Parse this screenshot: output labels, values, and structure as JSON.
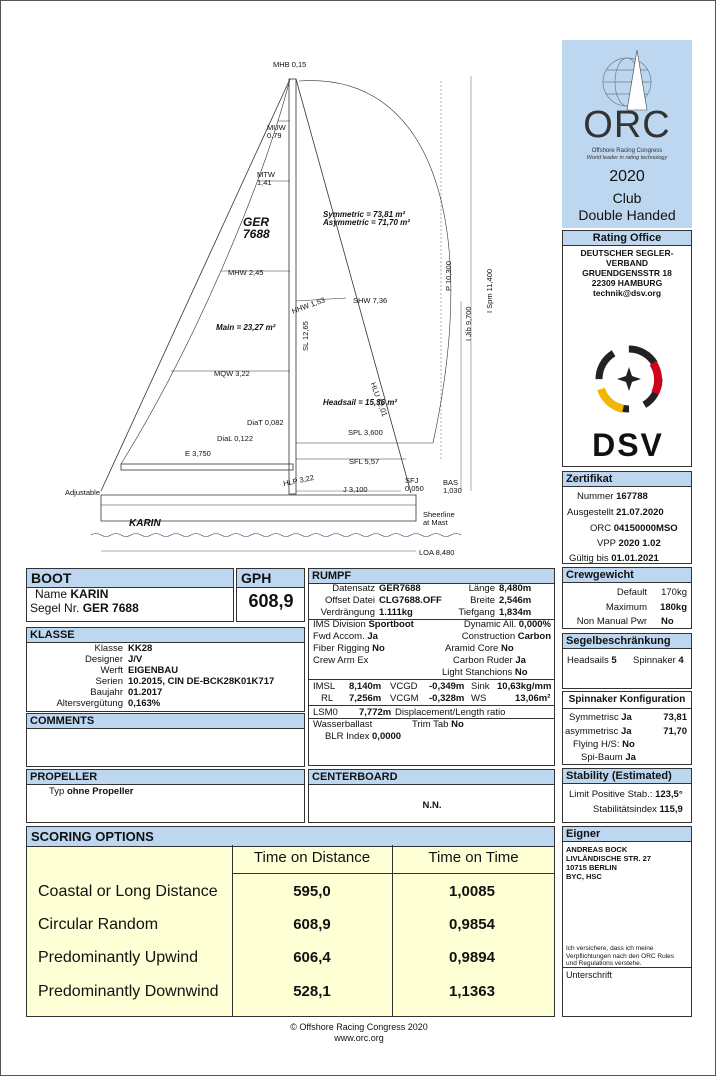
{
  "drawing": {
    "labels": {
      "mhb": "MHB 0,15",
      "muw": "MUW\n0,79",
      "mtw": "MTW\n1,41",
      "ger": "GER\n7688",
      "mhw": "MHW 2,45",
      "hhw": "HHW 1,53",
      "shw": "SHW 7,36",
      "main": "Main = 23,27 m²",
      "sl": "SL 12,65",
      "mqw": "MQW 3,22",
      "diat": "DiaT 0,082",
      "dial": "DiaL 0,122",
      "e": "E 3,750",
      "headsail": "Headsail = 15,36 m²",
      "spl": "SPL 3,600",
      "sfl": "SFL 5,57",
      "hlp": "HLP 3,22",
      "j": "J 3,100",
      "sfj": "SFJ\n0,050",
      "bas": "BAS\n1,030",
      "sheer": "Sheerline\nat Mast",
      "loa": "LOA 8,480",
      "adjustable": "Adjustable",
      "karin": "KARIN",
      "sym": "Symmetric = 73,81 m²\nAsymmetric = 71,70 m²",
      "p": "P 10,300",
      "ispm": "I Spm 11,400",
      "ijib": "I Jib 9,700",
      "hlu": "HLU 12,01"
    }
  },
  "orc": {
    "logo_text": "ORC",
    "logo_sub1": "Offshore Racing Congress",
    "logo_sub2": "World leader in rating technology",
    "year": "2020",
    "class": "Club",
    "mode": "Double Handed"
  },
  "rating_office": {
    "title": "Rating Office",
    "lines": [
      "DEUTSCHER SEGLER-",
      "VERBAND",
      "GRUENDGENSSTR 18",
      "22309 HAMBURG",
      "technik@dsv.org"
    ],
    "dsv_logo": "DSV"
  },
  "zertifikat": {
    "title": "Zertifikat",
    "rows": [
      {
        "label": "Nummer",
        "value": "167788"
      },
      {
        "label": "Ausgestellt",
        "value": "21.07.2020"
      },
      {
        "label": "ORC",
        "value": "04150000MSO"
      },
      {
        "label": "VPP",
        "value": "2020 1.02"
      },
      {
        "label": "Gültig bis",
        "value": "01.01.2021"
      }
    ]
  },
  "boot": {
    "title": "BOOT",
    "name_label": "Name",
    "name_value": "KARIN",
    "segel_label": "Segel Nr.",
    "segel_value": "GER 7688"
  },
  "gph": {
    "title": "GPH",
    "value": "608,9"
  },
  "rumpf": {
    "title": "RUMPF",
    "datensatz_label": "Datensatz",
    "datensatz_value": "GER7688",
    "offset_label": "Offset Datei",
    "offset_value": "CLG7688.OFF",
    "verdraengung_label": "Verdrängung",
    "verdraengung_value": "1.111kg",
    "laenge_label": "Länge",
    "laenge_value": "8,480m",
    "breite_label": "Breite",
    "breite_value": "2,546m",
    "tiefgang_label": "Tiefgang",
    "tiefgang_value": "1,834m",
    "ims_label": "IMS Division",
    "ims_value": "Sportboot",
    "dyn_label": "Dynamic All.",
    "dyn_value": "0,000%",
    "fwd_label": "Fwd Accom.",
    "fwd_value": "Ja",
    "constr_label": "Construction",
    "constr_value": "Carbon",
    "fiber_label": "Fiber Rigging",
    "fiber_value": "No",
    "aramid_label": "Aramid Core",
    "aramid_value": "No",
    "crew_label": "Crew Arm Ex",
    "carbon_label": "Carbon Ruder",
    "carbon_value": "Ja",
    "light_label": "Light Stanchions",
    "light_value": "No",
    "imsl_label": "IMSL",
    "imsl_value": "8,140m",
    "vcgd_label": "VCGD",
    "vcgd_value": "-0,349m",
    "sink_label": "Sink",
    "sink_value": "10,63kg/mm",
    "rl_label": "RL",
    "rl_value": "7,256m",
    "vcgm_label": "VCGM",
    "vcgm_value": "-0,328m",
    "ws_label": "WS",
    "ws_value": "13,06m²",
    "lsm_label": "LSM0",
    "lsm_value": "7,772m",
    "dl_label": "Displacement/Length ratio",
    "wasser_label": "Wasserballast",
    "trim_label": "Trim Tab",
    "trim_value": "No",
    "blr_label": "BLR Index",
    "blr_value": "0,0000"
  },
  "klasse": {
    "title": "KLASSE",
    "rows": [
      {
        "label": "Klasse",
        "value": "KK28"
      },
      {
        "label": "Designer",
        "value": "J/V"
      },
      {
        "label": "Werft",
        "value": "EIGENBAU"
      },
      {
        "label": "Serien",
        "value": "10.2015, CIN DE-BCK28K01K717"
      },
      {
        "label": "Baujahr",
        "value": "01.2017"
      },
      {
        "label": "Altersvergütung",
        "value": "0,163%"
      }
    ]
  },
  "comments": {
    "title": "COMMENTS"
  },
  "propeller": {
    "title": "PROPELLER",
    "typ_label": "Typ",
    "typ_value": "ohne Propeller"
  },
  "centerboard": {
    "title": "CENTERBOARD",
    "value": "N.N."
  },
  "crew": {
    "title": "Crewgewicht",
    "default_label": "Default",
    "default_value": "170kg",
    "max_label": "Maximum",
    "max_value": "180kg",
    "nmp_label": "Non Manual Pwr",
    "nmp_value": "No"
  },
  "segel": {
    "title": "Segelbeschränkung",
    "headsails_label": "Headsails",
    "headsails_value": "5",
    "spinnaker_label": "Spinnaker",
    "spinnaker_value": "4"
  },
  "spinnaker": {
    "title": "Spinnaker Konfiguration",
    "sym_label": "Symmetrisc",
    "sym_flag": "Ja",
    "sym_value": "73,81",
    "asym_label": "asymmetrisc",
    "asym_flag": "Ja",
    "asym_value": "71,70",
    "fly_label": "Flying H/S:",
    "fly_value": "No",
    "baum_label": "Spi-Baum",
    "baum_value": "Ja"
  },
  "stability": {
    "title": "Stability (Estimated)",
    "lps_label": "Limit Positive Stab.:",
    "lps_value": "123,5°",
    "si_label": "Stabilitätsindex",
    "si_value": "115,9"
  },
  "scoring": {
    "title": "SCORING OPTIONS",
    "col1": "Time on Distance",
    "col2": "Time on Time",
    "rows": [
      {
        "label": "Coastal or Long Distance",
        "tod": "595,0",
        "tot": "1,0085"
      },
      {
        "label": "Circular Random",
        "tod": "608,9",
        "tot": "0,9854"
      },
      {
        "label": "Predominantly Upwind",
        "tod": "606,4",
        "tot": "0,9894"
      },
      {
        "label": "Predominantly Downwind",
        "tod": "528,1",
        "tot": "1,1363"
      }
    ]
  },
  "eigner": {
    "title": "Eigner",
    "lines": [
      "ANDREAS BOCK",
      "LIVLÄNDISCHE STR. 27",
      "10715 BERLIN",
      "BYC, HSC"
    ],
    "declaration": "Ich versichere, dass ich meine\nVerpflichtungen nach den ORC Rules\nund Regulations verstehe.",
    "sign_label": "Unterschrift"
  },
  "footer": {
    "copyright": "© Offshore Racing Congress 2020",
    "url": "www.orc.org"
  },
  "colors": {
    "header_blue": "#bcd7ef",
    "scoring_bg": "#ffffd6",
    "dsv_red": "#d0021b",
    "dsv_gold": "#f2b705"
  }
}
